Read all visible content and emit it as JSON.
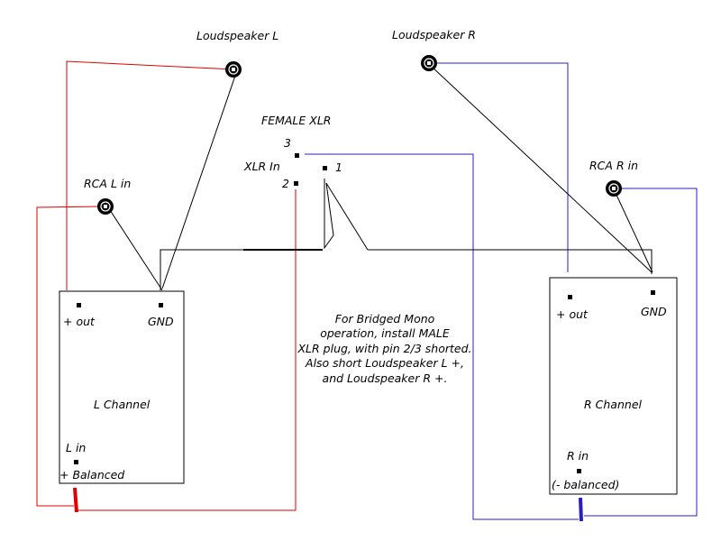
{
  "speakers": {
    "left_label": "Loudspeaker L",
    "right_label": "Loudspeaker R"
  },
  "xlr": {
    "title": "FEMALE XLR",
    "in_label": "XLR In",
    "pin1": "1",
    "pin2": "2",
    "pin3": "3"
  },
  "rca": {
    "left_label": "RCA L in",
    "right_label": "RCA R in"
  },
  "left_channel": {
    "name": "L Channel",
    "out_label": "+ out",
    "gnd_label": "GND",
    "in_label": "L in",
    "balanced_label": "+ Balanced"
  },
  "right_channel": {
    "name": "R Channel",
    "out_label": "+ out",
    "gnd_label": "GND",
    "in_label": "R in",
    "balanced_label": "(- balanced)"
  },
  "note": {
    "lines": [
      "For Bridged Mono",
      "operation, install MALE",
      "XLR plug, with pin 2/3 shorted.",
      "Also short Loudspeaker L +,",
      "and Loudspeaker R +."
    ]
  },
  "colors": {
    "red_wire": "#e00000",
    "blue_wire": "#2a1cc8",
    "black_wire": "#000000"
  }
}
